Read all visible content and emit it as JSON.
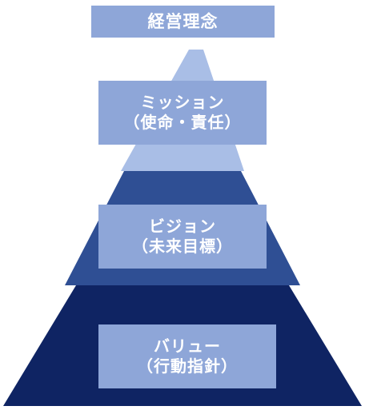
{
  "title": "経営理念",
  "tiers": [
    {
      "name": "ミッション",
      "subtitle": "（使命・責任）"
    },
    {
      "name": "ビジョン",
      "subtitle": "（未来目標）"
    },
    {
      "name": "バリュー",
      "subtitle": "（行動指針）"
    }
  ],
  "colors": {
    "label_box": "#8ea6d8",
    "tier_top": "#a9bee6",
    "tier_middle": "#2f4f94",
    "tier_bottom": "#0f2463",
    "text": "#ffffff"
  }
}
